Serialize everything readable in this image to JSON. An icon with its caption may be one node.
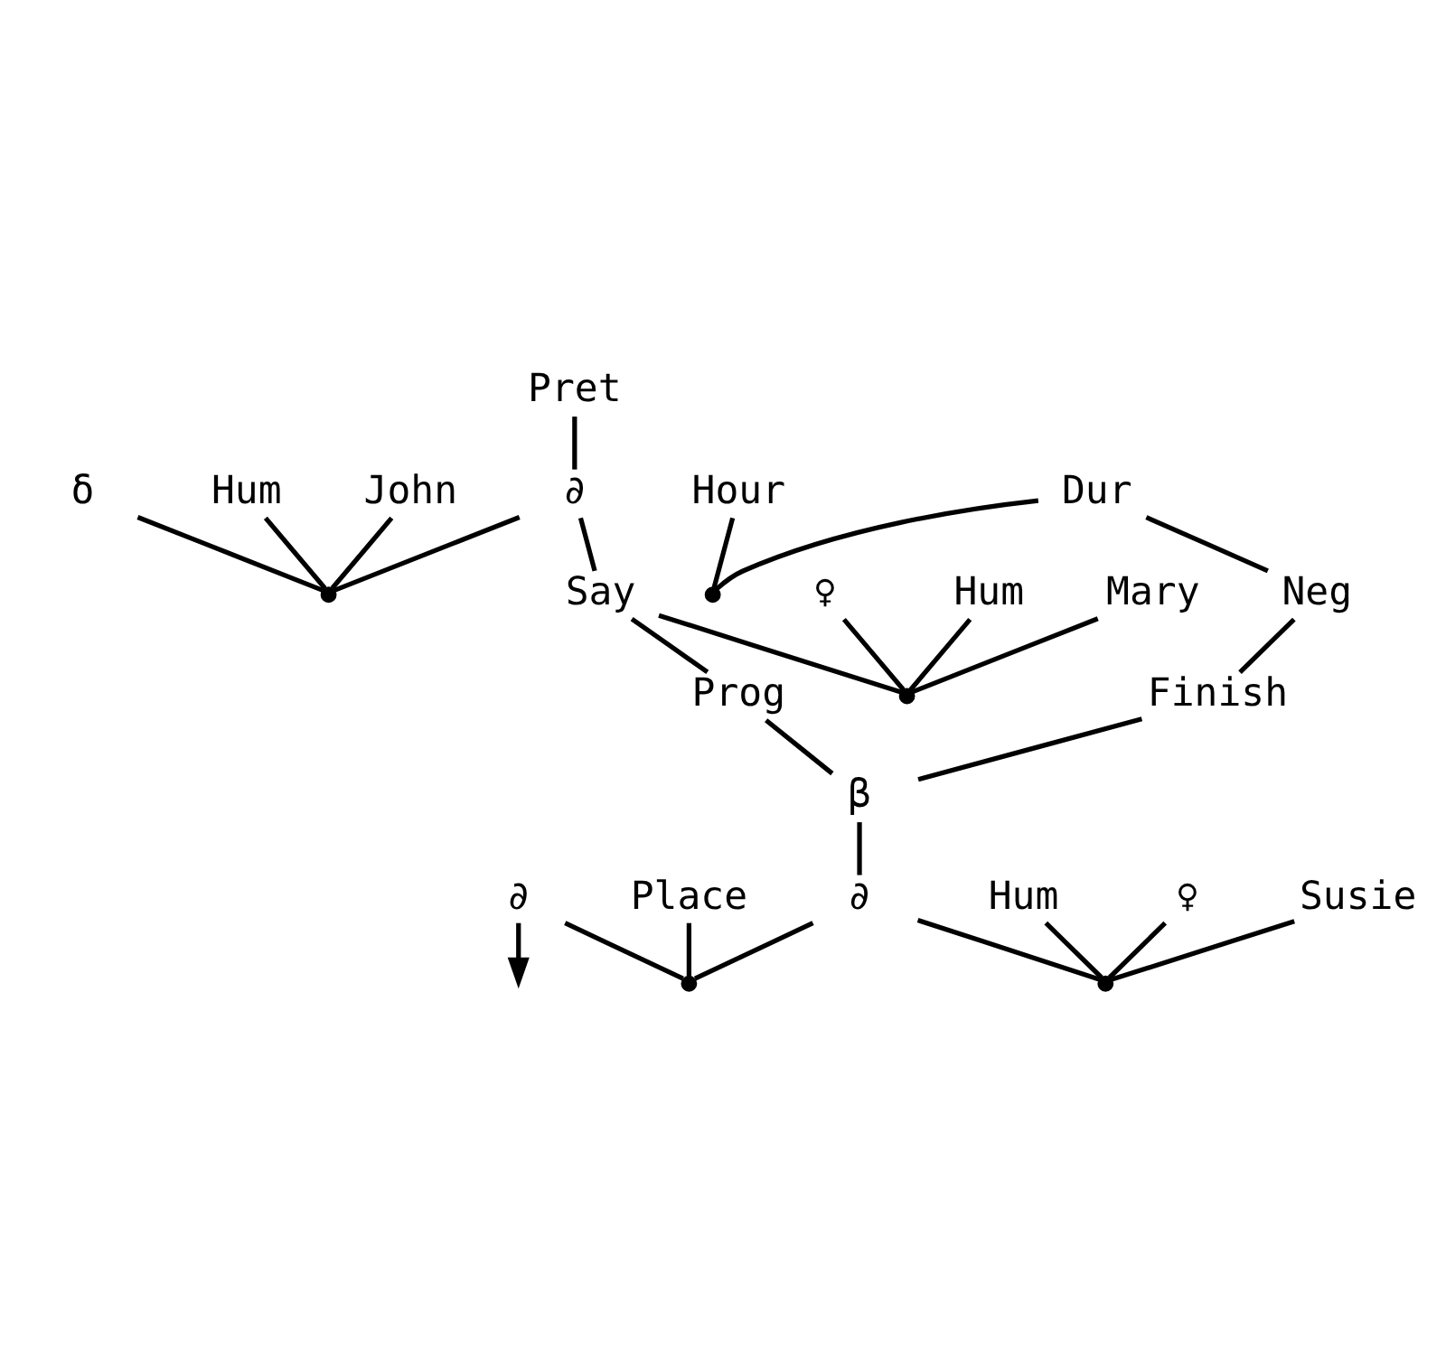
{
  "diagram": {
    "nodes": [
      {
        "text": [
          "Pret"
        ]
      },
      {
        "text": [
          "δ"
        ]
      },
      {
        "text": [
          "∂"
        ]
      },
      {
        "text": [
          "Hum"
        ]
      },
      {
        "text": [
          "John"
        ]
      },
      {
        "text": [],
        "shape": "circle"
      },
      {
        "text": [
          "Hour"
        ]
      },
      {
        "text": [
          "Dur"
        ]
      },
      {
        "text": [
          "♀"
        ]
      },
      {
        "text": [
          "Say"
        ]
      },
      {
        "text": [],
        "shape": "circle"
      },
      {
        "text": [
          "Neg"
        ]
      },
      {
        "text": [
          "Hum"
        ]
      },
      {
        "text": [
          "Mary"
        ]
      },
      {
        "text": [
          "Prog"
        ]
      },
      {
        "text": [
          "Finish"
        ]
      },
      {
        "text": [],
        "shape": "circle"
      },
      {
        "text": [
          "β"
        ]
      },
      {
        "text": [
          "∂"
        ]
      },
      {
        "text": [
          "∂"
        ]
      },
      {
        "text": [
          "Place"
        ]
      },
      {
        "text": [
          "Hum"
        ]
      },
      {
        "text": [],
        "shape": "circle"
      },
      {
        "text": [
          "♀"
        ]
      },
      {
        "text": [
          "Susie"
        ]
      },
      {
        "text": [],
        "shape": "circle"
      }
    ],
    "edges": [
      {
        "from": 0,
        "to": 2,
        "arrow": "none"
      },
      {
        "from": 1,
        "to": 5,
        "arrow": "none"
      },
      {
        "from": 2,
        "to": 5,
        "arrow": "none"
      },
      {
        "from": 3,
        "to": 5,
        "arrow": "none"
      },
      {
        "from": 4,
        "to": 5,
        "arrow": "none"
      },
      {
        "from": 2,
        "to": 9,
        "arrow": "none"
      },
      {
        "from": 6,
        "to": 10,
        "arrow": "none"
      },
      {
        "from": 7,
        "to": 10,
        "arrow": "none"
      },
      {
        "from": 7,
        "to": 11,
        "arrow": "none"
      },
      {
        "from": 8,
        "to": 16,
        "arrow": "none"
      },
      {
        "from": 9,
        "to": 16,
        "arrow": "none"
      },
      {
        "from": 12,
        "to": 16,
        "arrow": "none"
      },
      {
        "from": 13,
        "to": 16,
        "arrow": "none"
      },
      {
        "from": 9,
        "to": 14,
        "arrow": "none"
      },
      {
        "from": 11,
        "to": 15,
        "arrow": "none"
      },
      {
        "from": 14,
        "to": 17,
        "arrow": "none"
      },
      {
        "from": 15,
        "to": 17,
        "arrow": "none"
      },
      {
        "from": 17,
        "to": 19,
        "arrow": "none"
      },
      {
        "from": 18,
        "to": null,
        "arrow": "to"
      },
      {
        "from": 18,
        "to": 22,
        "arrow": "none"
      },
      {
        "from": 19,
        "to": 22,
        "arrow": "none"
      },
      {
        "from": 20,
        "to": 22,
        "arrow": "none"
      },
      {
        "from": 19,
        "to": 25,
        "arrow": "none"
      },
      {
        "from": 21,
        "to": 25,
        "arrow": "none"
      },
      {
        "from": 23,
        "to": 25,
        "arrow": "none"
      },
      {
        "from": 24,
        "to": 25,
        "arrow": "none"
      }
    ]
  }
}
